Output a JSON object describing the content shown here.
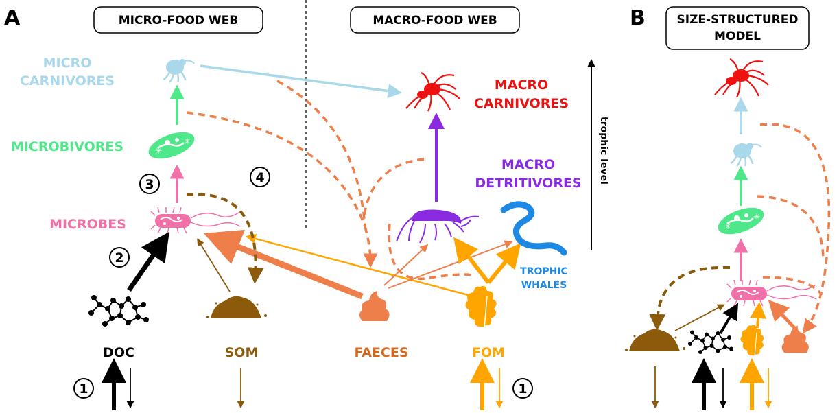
{
  "panels": {
    "a_letter": "A",
    "b_letter": "B"
  },
  "boxes": {
    "micro": "MICRO-FOOD WEB",
    "macro": "MACRO-FOOD WEB",
    "size_line1": "SIZE-STRUCTURED",
    "size_line2": "MODEL"
  },
  "labels": {
    "micro_carnivores_1": "MICRO",
    "micro_carnivores_2": "CARNIVORES",
    "microbivores": "MICROBIVORES",
    "microbes": "MICROBES",
    "macro_carnivores_1": "MACRO",
    "macro_carnivores_2": "CARNIVORES",
    "macro_detritivores_1": "MACRO",
    "macro_detritivores_2": "DETRITIVORES",
    "trophic_whales_1": "TROPHIC",
    "trophic_whales_2": "WHALES",
    "doc": "DOC",
    "som": "SOM",
    "faeces": "FAECES",
    "fom": "FOM",
    "trophic_level": "trophic level"
  },
  "markers": {
    "m1": "1",
    "m2": "2",
    "m3": "3",
    "m4": "4"
  },
  "colors": {
    "micro_carnivores": "#a8d8ea",
    "microbivores": "#4ee88a",
    "microbes": "#f070a8",
    "macro_carnivores": "#ee1111",
    "macro_detritivores": "#8a2be2",
    "trophic_whales": "#1e88e5",
    "doc": "#000000",
    "som": "#8b5a0a",
    "faeces": "#ee7f4a",
    "fom": "#ffa500",
    "dashed": "#ee7f4a"
  },
  "icons": {
    "mite": "mite-icon",
    "spider": "spider-icon",
    "ciliate": "ciliate-icon",
    "bacterium": "bacterium-icon",
    "amphipod": "amphipod-icon",
    "worm": "earthworm-icon",
    "molecule": "molecule-icon",
    "soil": "soil-pile-icon",
    "faeces": "faeces-icon",
    "leaf": "oak-leaf-icon"
  }
}
